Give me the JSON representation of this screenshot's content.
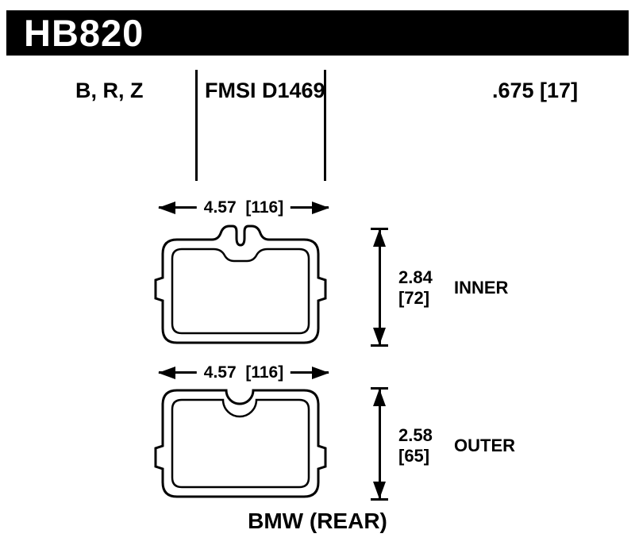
{
  "page": {
    "part_number": "HB820",
    "compounds": "B, R, Z",
    "fmsi": "FMSI D1469",
    "thickness": ".675 [17]",
    "application": "BMW (REAR)"
  },
  "pads": [
    {
      "view": "inner",
      "width_label": "4.57  [116]",
      "height_value": "2.84",
      "height_bracket": "[72]",
      "position": "INNER"
    },
    {
      "view": "outer",
      "width_label": "4.57  [116]",
      "height_value": "2.58",
      "height_bracket": "[65]",
      "position": "OUTER"
    }
  ],
  "colors": {
    "bar": "#000000",
    "line": "#000000",
    "background": "#ffffff"
  }
}
